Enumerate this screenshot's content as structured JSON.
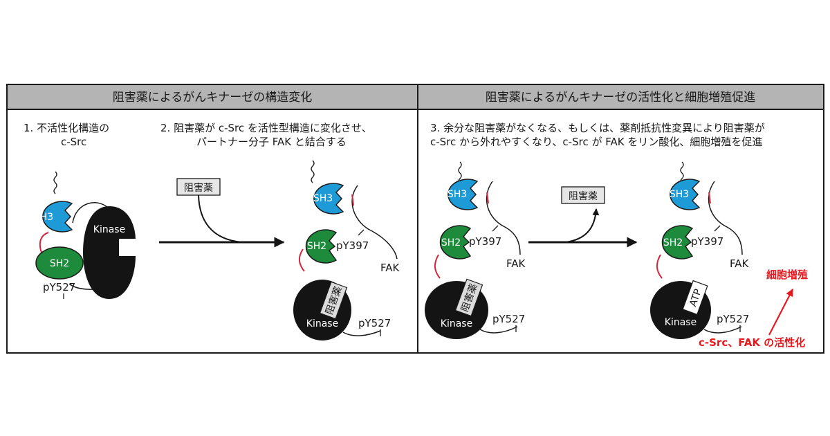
{
  "panels": [
    {
      "header": "阻害薬によるがんキナーゼの構造変化"
    },
    {
      "header": "阻害薬によるがんキナーゼの活性化と細胞増殖促進"
    }
  ],
  "steps": {
    "s1": {
      "line1": "1.  不活性化構造の",
      "line2": "c-Src"
    },
    "s2": {
      "line1": "2.  阻害薬が c-Src を活性型構造に変化させ、",
      "line2": "パートナー分子 FAK と結合する"
    },
    "s3": {
      "line1": "3.  余分な阻害薬がなくなる、もしくは、薬剤抵抗性変異により阻害薬が",
      "line2": "c-Src から外れやすくなり、c-Src が FAK をリン酸化、細胞増殖を促進"
    }
  },
  "labels": {
    "sh3": "SH3",
    "sh2": "SH2",
    "kinase": "Kinase",
    "py527": "pY527",
    "py397": "pY397",
    "fak": "FAK",
    "inhibitor": "阻害薬",
    "atp": "ATP",
    "proliferation": "細胞増殖",
    "activation": "c-Src、FAK の活性化"
  },
  "colors": {
    "sh3": "#1e9ad6",
    "sh2": "#1e8a3c",
    "kinase": "#141414",
    "header_bg": "#b4b4b4",
    "accent_red": "#e8191e",
    "linker_red": "#d6243c"
  }
}
